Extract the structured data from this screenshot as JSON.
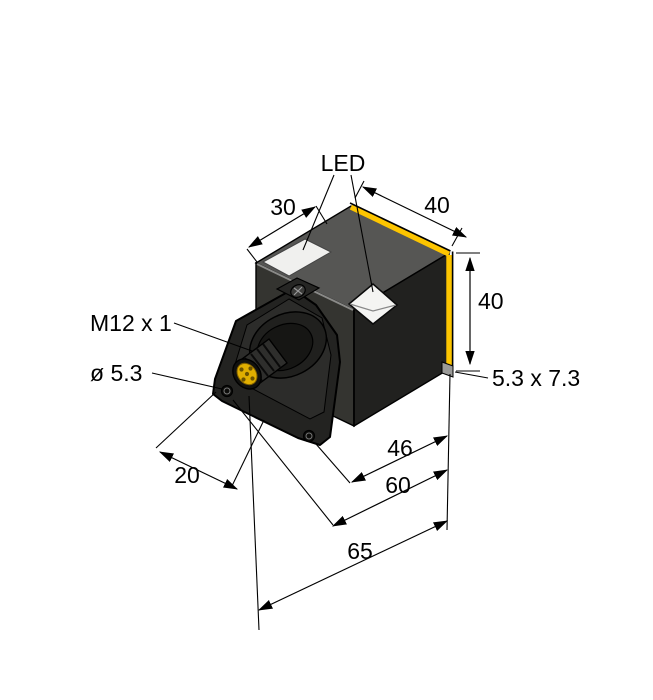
{
  "figure": {
    "background": "#ffffff",
    "accent_yellow": "#fdc500",
    "connector_gold": "#e0ae00",
    "body_color": "#2c2c2a",
    "labels": {
      "led": "LED",
      "dim_30": "30",
      "dim_40_width": "40",
      "dim_40_height": "40",
      "thread": "M12 x 1",
      "hole_dia": "ø 5.3",
      "slot": "5.3 x 7.3",
      "dim_20": "20",
      "dim_46": "46",
      "dim_60": "60",
      "dim_65": "65"
    }
  }
}
